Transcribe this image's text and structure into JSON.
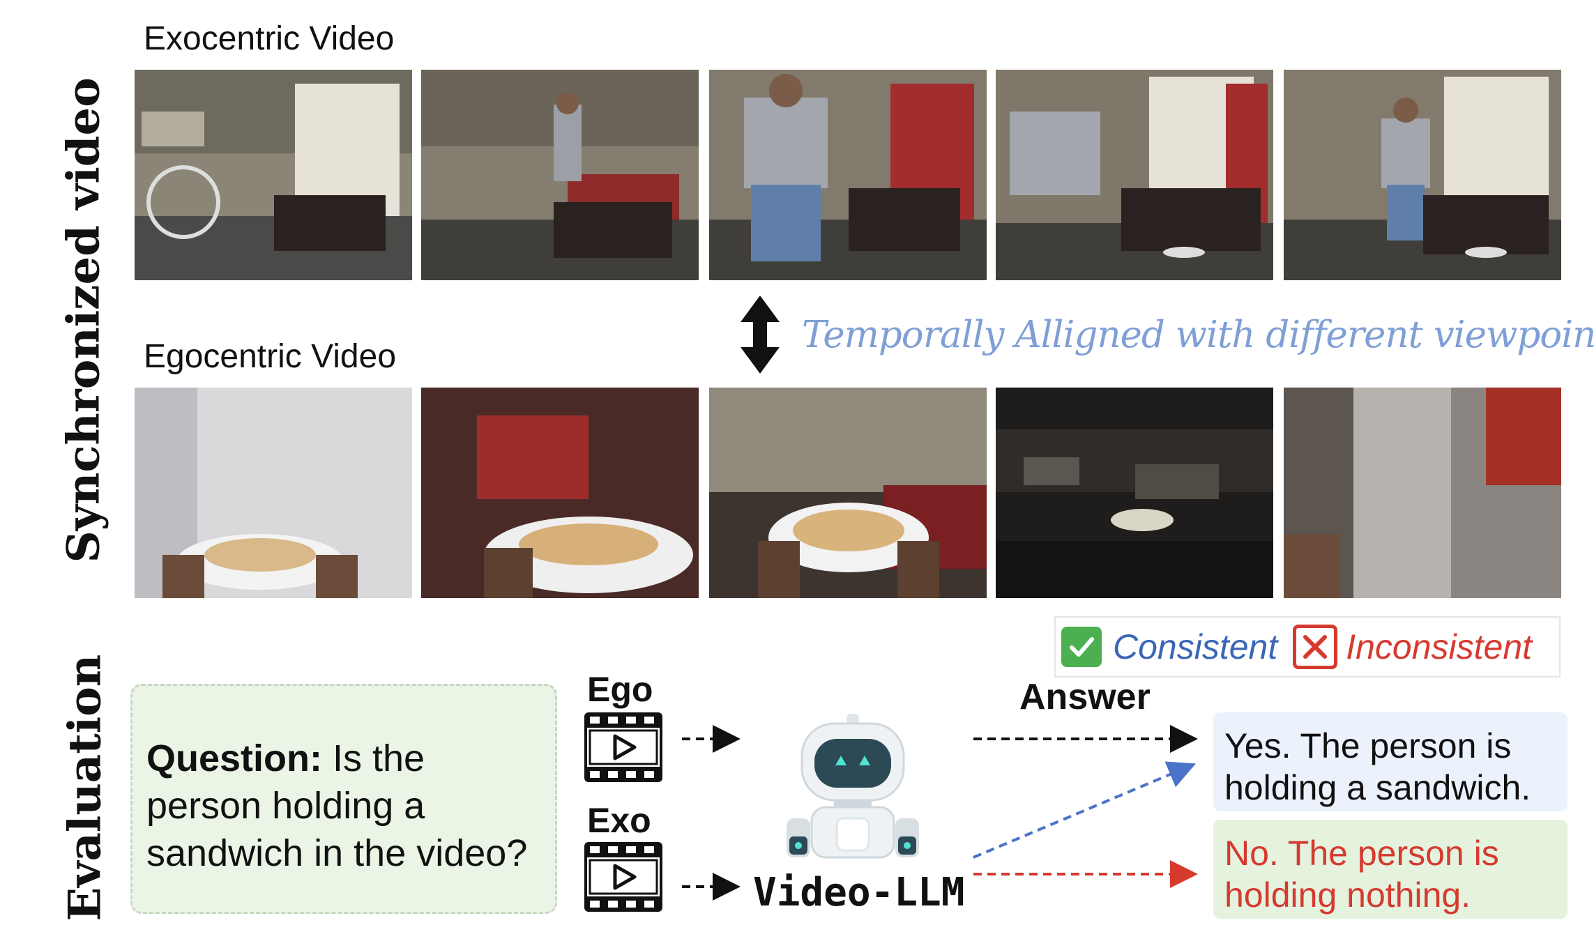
{
  "side_labels": {
    "top": "Synchronized video",
    "bottom": "Evaluation"
  },
  "exocentric": {
    "label": "Exocentric Video",
    "frames": [
      "exocentric-frame-1",
      "exocentric-frame-2",
      "exocentric-frame-3",
      "exocentric-frame-4",
      "exocentric-frame-5"
    ]
  },
  "egocentric": {
    "label": "Egocentric Video",
    "frames": [
      "egocentric-frame-1",
      "egocentric-frame-2",
      "egocentric-frame-3",
      "egocentric-frame-4",
      "egocentric-frame-5"
    ]
  },
  "alignment_note": "Temporally Alligned with different viewpoints!",
  "legend": {
    "consistent": "Consistent",
    "inconsistent": "Inconsistent",
    "consistent_color": "#3a66b7",
    "inconsistent_color": "#d63a2f"
  },
  "question": {
    "prefix": "Question:",
    "line1": " Is the",
    "line2": "person holding a",
    "line3": "sandwich in the video?"
  },
  "inputs": {
    "ego_label": "Ego",
    "exo_label": "Exo",
    "icon": "video-clapper-icon"
  },
  "model": {
    "label": "Video-LLM",
    "icon": "robot-icon"
  },
  "answer": {
    "label": "Answer",
    "yes_line1": "Yes. The person is",
    "yes_line2": "holding a sandwich.",
    "no_line1": "No. The person is",
    "no_line2": "holding nothing."
  }
}
